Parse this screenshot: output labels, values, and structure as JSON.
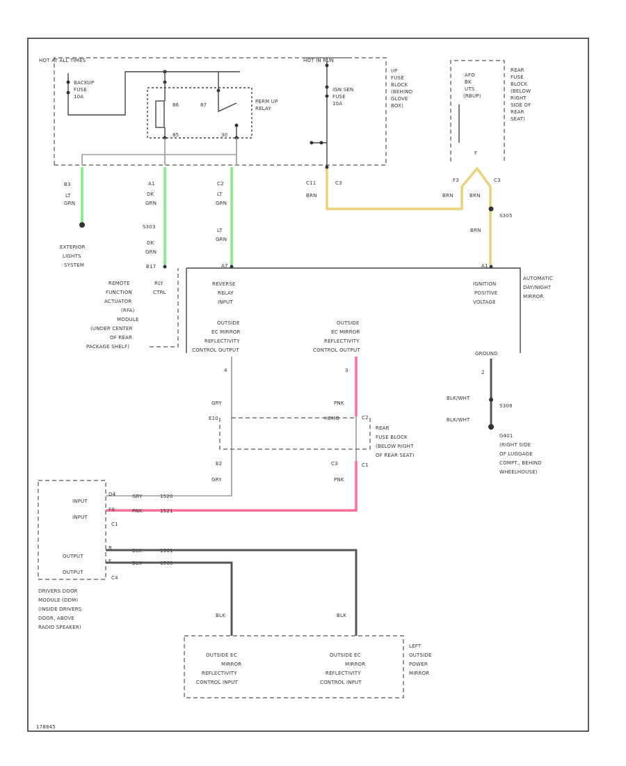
{
  "fuse_box_left": {
    "title": "HOT AT ALL TIMES",
    "fuse": [
      "BACKUP",
      "FUSE",
      "10A"
    ],
    "relay_pins": [
      "86",
      "87",
      "85",
      "30"
    ],
    "relay_label": [
      "PERM UP",
      "RELAY"
    ]
  },
  "fuse_box_right": {
    "title": "HOT IN RUN",
    "fuse": [
      "IGN SEN",
      "FUSE",
      "10A"
    ],
    "block_label": [
      "I/P",
      "FUSE",
      "BLOCK",
      "(BEHIND",
      "GLOVE",
      "BOX)"
    ]
  },
  "rear_fuse": {
    "fuse": [
      "AFO",
      "BK",
      "UTS",
      "(RBUP)"
    ],
    "block_label": [
      "REAR",
      "FUSE",
      "BLOCK",
      "(BELOW",
      "RIGHT",
      "SIDE OF",
      "REAR",
      "SEAT)"
    ],
    "pin": "F",
    "conn_left": "F3",
    "conn_right": "C3"
  },
  "wires": {
    "w1": {
      "pin": "B3",
      "color": [
        "LT",
        "GRN"
      ]
    },
    "w2": {
      "pin": "A1",
      "color": [
        "DK",
        "GRN"
      ],
      "splice": "S303",
      "color2": [
        "DK",
        "GRN"
      ],
      "end_pin": "B17"
    },
    "w3": {
      "pin": "C2",
      "color": [
        "LT",
        "GRN"
      ],
      "color2": [
        "LT",
        "GRN"
      ],
      "end_pin": "A7"
    },
    "w4": {
      "pin": "C11",
      "conn": "C3",
      "color": "BRN"
    },
    "w5": {
      "color_left": "BRN",
      "color_right": "BRN",
      "splice": "S305",
      "color2": "BRN",
      "end_pin": "A1"
    }
  },
  "ext_lights": [
    "EXTERIOR",
    "LIGHTS",
    "SYSTEM"
  ],
  "rfa_module": {
    "label": [
      "REMOTE",
      "FUNCTION",
      "ACTUATOR",
      "(RFA)",
      "MODULE",
      "(UNDER CENTER",
      "OF REAR",
      "PACKAGE SHELF)"
    ],
    "rly_ctrl": [
      "RLY",
      "CTRL"
    ],
    "reverse_input": [
      "REVERSE",
      "RELAY",
      "INPUT"
    ],
    "ec_out_left": [
      "OUTSIDE",
      "EC MIRROR",
      "REFLECTIVITY",
      "CONTROL OUTPUT"
    ],
    "ec_out_right": [
      "OUTSIDE",
      "EC MIRROR",
      "REFLECTIVITY",
      "CONTROL OUTPUT"
    ]
  },
  "auto_mirror": {
    "label": [
      "AUTOMATIC",
      "DAY/NIGHT",
      "MIRROR"
    ],
    "ign_voltage": [
      "IGNITION",
      "POSITIVE",
      "VOLTAGE"
    ],
    "ground": "GROUND",
    "ground_pin": "2",
    "wire1_color": "BLK/WHT",
    "splice": "S308",
    "wire2_color": "BLK/WHT",
    "ground_point": "G401",
    "ground_desc": [
      "(RIGHT SIDE",
      "OF LUGGAGE",
      "COMPT., BEHIND",
      "WHEELHOUSE)"
    ]
  },
  "mid_wires": {
    "left_pin": "4",
    "right_pin": "3",
    "left_color": "GRY",
    "right_color": "PNK",
    "left_conn": "E10",
    "conn_mid": "HEMO",
    "right_conn": "C2",
    "rear_block": [
      "REAR",
      "FUSE BLOCK",
      "(BELOW RIGHT",
      "OF REAR SEAT)"
    ],
    "left_conn2": "E2",
    "right_conn2": "C3",
    "right_conn3": "C1",
    "left_color2": "GRY",
    "right_color2": "PNK"
  },
  "door_module": {
    "inputs": [
      "INPUT",
      "INPUT"
    ],
    "outputs": [
      "OUTPUT",
      "OUTPUT"
    ],
    "pins": [
      "D4",
      "F9",
      "B",
      "F"
    ],
    "conn_top": "C1",
    "conn_bot": "C4",
    "wire_colors": [
      "GRY",
      "PNK",
      "BLK",
      "BLK"
    ],
    "wire_nums": [
      "1520",
      "1521",
      "1561",
      "1560"
    ],
    "label": [
      "DRIVERS DOOR",
      "MODULE (DDM)",
      "(INSIDE DRIVERS",
      "DOOR, ABOVE",
      "RADIO SPEAKER)"
    ]
  },
  "mirror": {
    "wire_left_color": "BLK",
    "wire_right_color": "BLK",
    "input_left": [
      "OUTSIDE EC",
      "MIRROR",
      "REFLECTIVITY",
      "CONTROL INPUT"
    ],
    "input_right": [
      "OUTSIDE EC",
      "MIRROR",
      "REFLECTIVITY",
      "CONTROL INPUT"
    ],
    "label": [
      "LEFT",
      "OUTSIDE",
      "POWER",
      "MIRROR"
    ]
  },
  "footer_code": "178845"
}
